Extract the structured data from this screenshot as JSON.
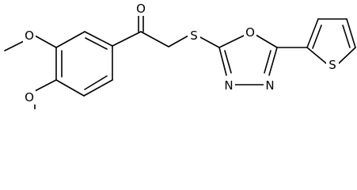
{
  "diagram": {
    "atoms": {
      "carbonyl_oxygen": "O",
      "methoxy_oxygen_top": "O",
      "methoxy_oxygen_bottom": "O",
      "thioether_sulfur": "S",
      "oxadiazole_oxygen": "O",
      "oxadiazole_nitrogen_left": "N",
      "oxadiazole_nitrogen_right": "N",
      "thiophene_sulfur": "S"
    },
    "colors": {
      "bond": "#000000",
      "label": "#000000",
      "background": "#ffffff"
    }
  }
}
